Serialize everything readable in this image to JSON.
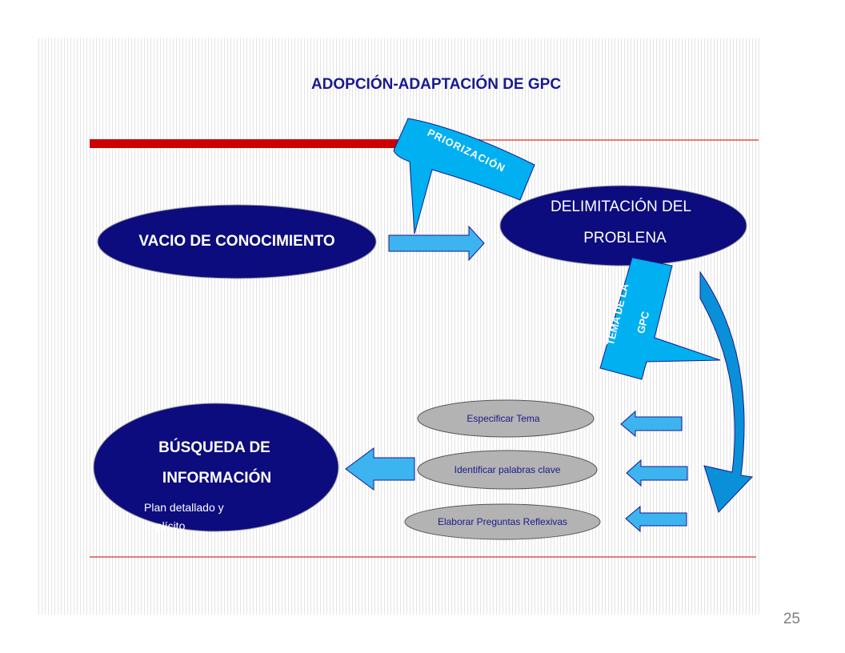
{
  "title": "ADOPCIÓN-ADAPTACIÓN DE GPC",
  "labels": {
    "priorizacion": "PRIORIZACIÓN",
    "tema_line1": "TEMA DE LA",
    "tema_line2": "GPC"
  },
  "nodes": {
    "vacio": "VACIO DE CONOCIMIENTO",
    "delimitacion_line1": "DELIMITACIÓN DEL",
    "delimitacion_line2": "PROBLENA",
    "busqueda_line1": "BÚSQUEDA DE",
    "busqueda_line2": "INFORMACIÓN",
    "busqueda_note_line1": "Plan detallado y",
    "busqueda_note_line2": "explícito"
  },
  "steps": [
    "Especificar Tema",
    "Identificar palabras clave",
    "Elaborar Preguntas Reflexivas"
  ],
  "page_number": "25",
  "colors": {
    "title": "#1a1a8c",
    "node_fill": "#0c0c7e",
    "callout_fill": "#00b0f0",
    "arrow_fill": "#3cb4f0",
    "curve_fill": "#0a90d8",
    "step_fill": "#b3b3b3",
    "step_text": "#1a1a8c",
    "red_bar": "#cc0000"
  }
}
